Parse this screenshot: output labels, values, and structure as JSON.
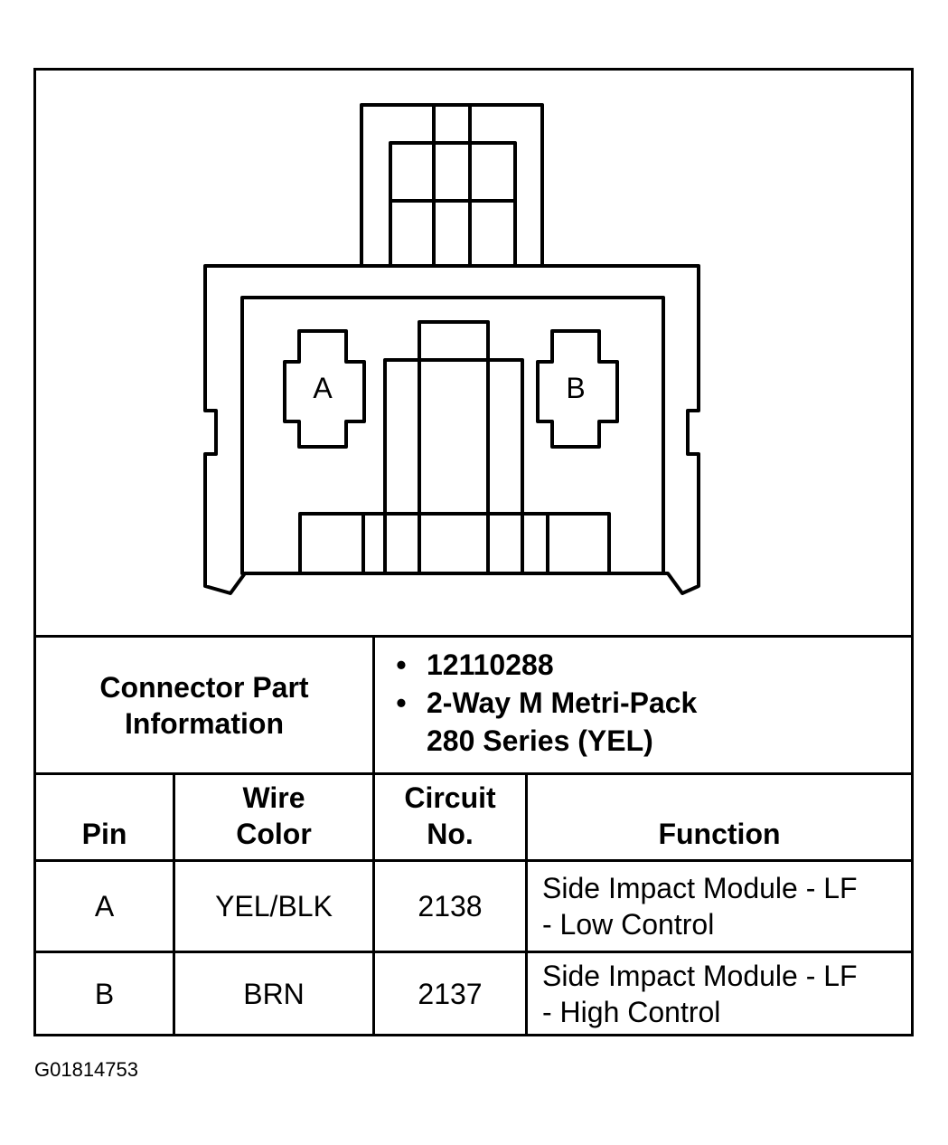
{
  "connector_face": {
    "cavity_labels": [
      "A",
      "B"
    ]
  },
  "connector_info": {
    "label": "Connector Part\nInformation",
    "bullets": [
      "12110288",
      "2-Way M Metri-Pack\n280 Series (YEL)"
    ]
  },
  "table": {
    "headers": {
      "pin": "Pin",
      "wire_color": "Wire\nColor",
      "circuit_no": "Circuit\nNo.",
      "function": "Function"
    },
    "rows": [
      {
        "pin": "A",
        "wire_color": "YEL/BLK",
        "circuit_no": "2138",
        "function": "Side Impact Module - LF\n- Low Control"
      },
      {
        "pin": "B",
        "wire_color": "BRN",
        "circuit_no": "2137",
        "function": "Side Impact Module - LF\n- High Control"
      }
    ]
  },
  "figure_id": "G01814753"
}
